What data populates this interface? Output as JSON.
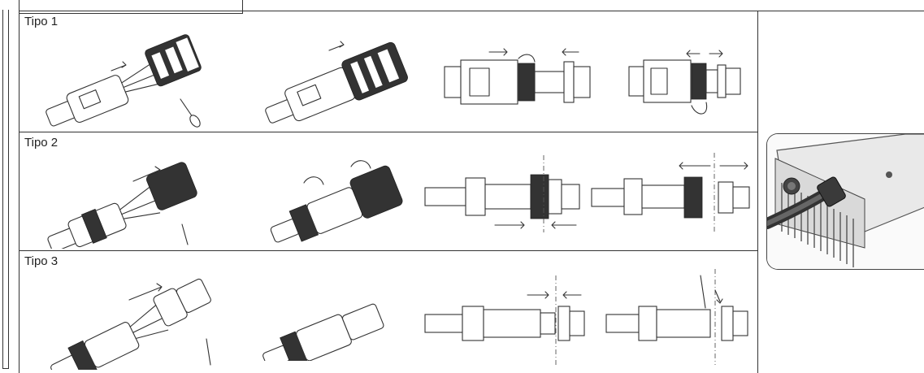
{
  "panels": [
    {
      "label": "Tipo 1"
    },
    {
      "label": "Tipo 2"
    },
    {
      "label": "Tipo 3"
    }
  ]
}
